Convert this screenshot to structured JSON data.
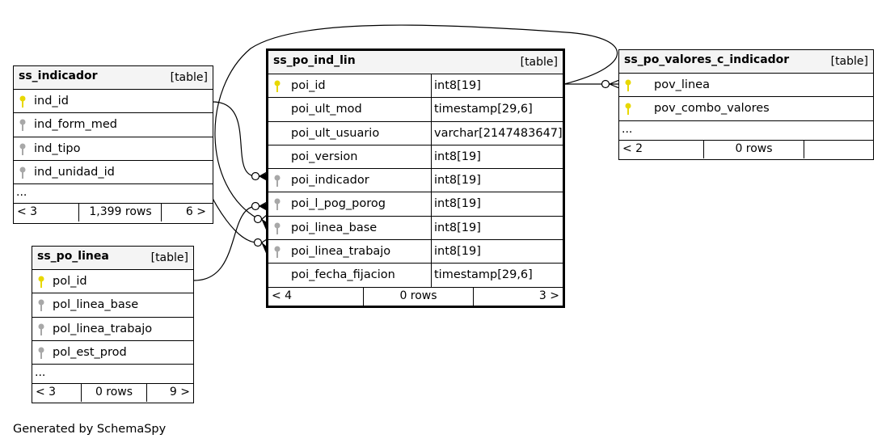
{
  "tables": {
    "ss_indicador": {
      "name": "ss_indicador",
      "kind": "[table]",
      "columns": [
        {
          "name": "ind_id",
          "key": "primary"
        },
        {
          "name": "ind_form_med",
          "key": "index"
        },
        {
          "name": "ind_tipo",
          "key": "index"
        },
        {
          "name": "ind_unidad_id",
          "key": "index"
        }
      ],
      "more": "...",
      "footer": {
        "parents": "< 3",
        "rows": "1,399 rows",
        "children": "6 >"
      }
    },
    "ss_po_linea": {
      "name": "ss_po_linea",
      "kind": "[table]",
      "columns": [
        {
          "name": "pol_id",
          "key": "primary"
        },
        {
          "name": "pol_linea_base",
          "key": "index"
        },
        {
          "name": "pol_linea_trabajo",
          "key": "index"
        },
        {
          "name": "pol_est_prod",
          "key": "index"
        }
      ],
      "more": "...",
      "footer": {
        "parents": "< 3",
        "rows": "0 rows",
        "children": "9 >"
      }
    },
    "ss_po_ind_lin": {
      "name": "ss_po_ind_lin",
      "kind": "[table]",
      "columns": [
        {
          "name": "poi_id",
          "type": "int8[19]",
          "key": "primary"
        },
        {
          "name": "poi_ult_mod",
          "type": "timestamp[29,6]",
          "key": "none"
        },
        {
          "name": "poi_ult_usuario",
          "type": "varchar[2147483647]",
          "key": "none"
        },
        {
          "name": "poi_version",
          "type": "int8[19]",
          "key": "none"
        },
        {
          "name": "poi_indicador",
          "type": "int8[19]",
          "key": "index"
        },
        {
          "name": "poi_l_pog_porog",
          "type": "int8[19]",
          "key": "index"
        },
        {
          "name": "poi_linea_base",
          "type": "int8[19]",
          "key": "index"
        },
        {
          "name": "poi_linea_trabajo",
          "type": "int8[19]",
          "key": "index"
        },
        {
          "name": "poi_fecha_fijacion",
          "type": "timestamp[29,6]",
          "key": "none"
        }
      ],
      "footer": {
        "parents": "< 4",
        "rows": "0 rows",
        "children": "3 >"
      }
    },
    "ss_po_valores_c_indicador": {
      "name": "ss_po_valores_c_indicador",
      "kind": "[table]",
      "columns": [
        {
          "name": "pov_linea",
          "key": "primary"
        },
        {
          "name": "pov_combo_valores",
          "key": "primary"
        }
      ],
      "more": "...",
      "footer": {
        "parents": "< 2",
        "rows": "0 rows",
        "children": ""
      }
    }
  },
  "footer_text": "Generated by SchemaSpy",
  "colors": {
    "primary_key": "#e8d800",
    "index_key": "#a8a8a8",
    "header_bg": "#f4f4f4"
  }
}
